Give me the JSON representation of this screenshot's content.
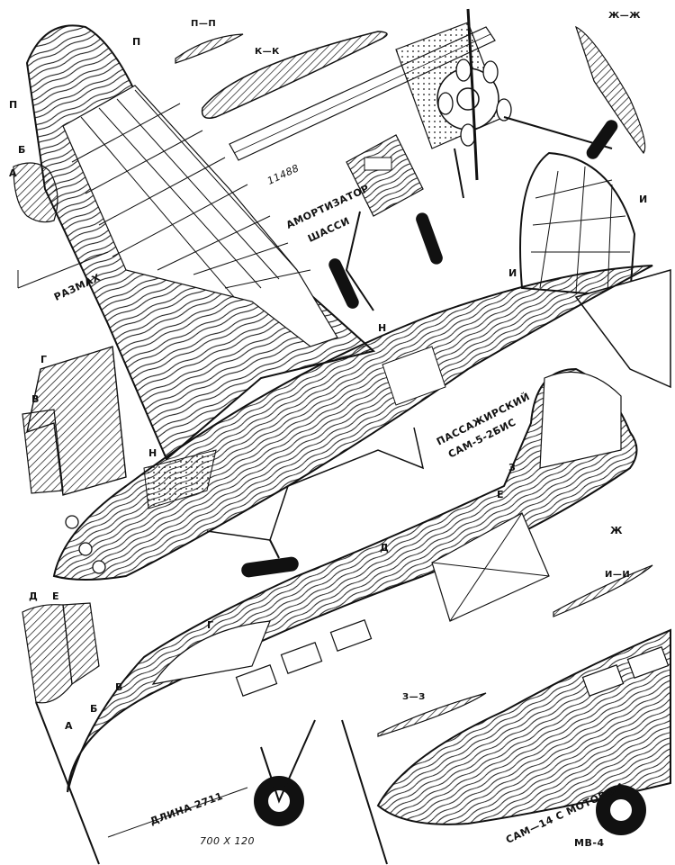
{
  "labels": {
    "sec_p": "П—П",
    "sec_k": "К—К",
    "sec_zh": "Ж—Ж",
    "sec_i": "И—И",
    "sec_z": "З—З",
    "dim_11488": "11488",
    "shock_absorber": "АМОРТИЗАТОР",
    "chassis": "ШАССИ",
    "span": "РАЗМАХ",
    "passenger_1": "ПАССАЖИРСКИЙ",
    "passenger_2": "САМ-5-2БИС",
    "length": "ДЛИНА 2711",
    "size": "700 X 120",
    "sam14_1": "САМ—14 С МОТОРОМ",
    "sam14_2": "МВ-4",
    "m_P1": "П",
    "m_P2": "П",
    "m_B": "Б",
    "m_A1": "А",
    "m_G1": "Г",
    "m_V1": "В",
    "m_N1": "Н",
    "m_N2": "Н",
    "m_I1": "И",
    "m_I2": "И",
    "m_Z": "З",
    "m_E1": "Е",
    "m_Zh": "Ж",
    "m_D1": "Д",
    "m_D2": "Д",
    "m_E2": "Е",
    "m_G2": "Г",
    "m_V2": "В",
    "m_B2": "Б",
    "m_A2": "А"
  }
}
